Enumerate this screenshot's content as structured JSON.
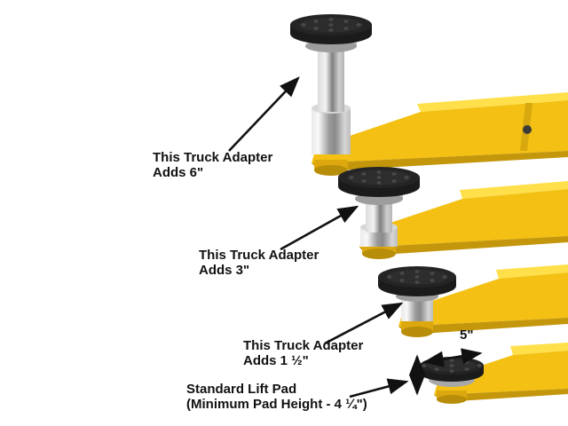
{
  "annotations": {
    "adapter_6": {
      "line1": "This Truck Adapter",
      "line2": "Adds 6\""
    },
    "adapter_3": {
      "line1": "This Truck Adapter",
      "line2": "Adds 3\""
    },
    "adapter_1_5": {
      "line1": "This Truck Adapter",
      "line2": "Adds 1 ½\""
    },
    "standard_pad": {
      "line1": "Standard Lift Pad",
      "line2": "(Minimum Pad Height -  4 ¼\")"
    },
    "pad_diameter": "5\""
  },
  "colors": {
    "arm_yellow": "#f3c013",
    "arm_highlight": "#ffe04a",
    "arm_shadow": "#c3960c",
    "boss_yellow": "#dca80e",
    "boss_shadow": "#b88d0a",
    "pad_black": "#1b1b1b",
    "pad_top": "#242424",
    "text": "#111111"
  }
}
